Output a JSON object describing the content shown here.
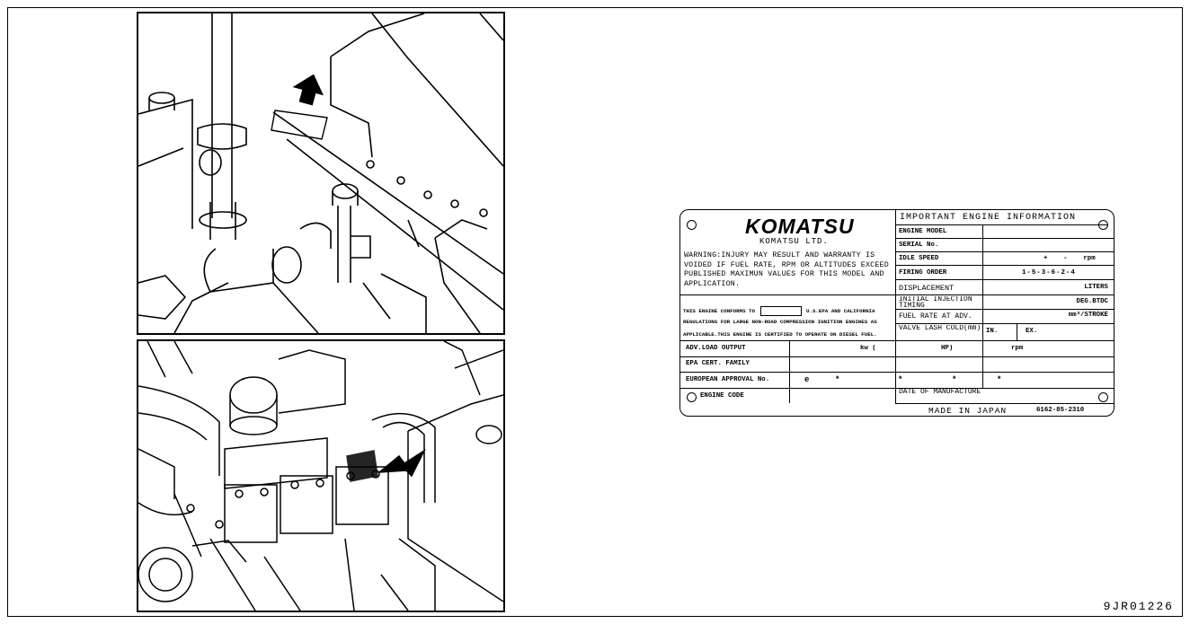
{
  "figure_id": "9JR01226",
  "illustrations": {
    "top": "engine-top-view-with-plate-location",
    "bottom": "engine-side-view-with-plate-location"
  },
  "plate": {
    "brand": "KOMATSU",
    "company": "KOMATSU LTD.",
    "header": "IMPORTANT ENGINE INFORMATION",
    "warning": "WARNING:INJURY MAY RESULT AND WARRANTY IS\nVOIDED IF FUEL RATE, RPM OR ALTITUDES EXCEED\nPUBLISHED MAXIMUN VALUES FOR THIS MODEL AND\nAPPLICATION.",
    "conform_a": "THIS ENGINE CONFORMS TO",
    "conform_b": "U.S.EPA AND CALIFORNIA",
    "conform_line2": "REGULATIONS FOR LARGE NON-ROAD COMPRESSION IGNITION ENGINES AS",
    "conform_line3": "APPLICABLE.THIS ENGINE IS CERTIFIED TO OPERATE ON DIESEL FUEL.",
    "rows": [
      {
        "label": "ENGINE MODEL",
        "value": ""
      },
      {
        "label": "SERIAL No.",
        "value": ""
      },
      {
        "label": "IDLE SPEED",
        "value": "+    -    rpm"
      },
      {
        "label": "FIRING ORDER",
        "value": "1-5-3-6-2-4"
      },
      {
        "label": "DISPLACEMENT",
        "value": "LITERS"
      },
      {
        "label": "INITIAL INJECTION TIMING",
        "value": "DEG.BTDC"
      },
      {
        "label": "FUEL RATE AT ADV.",
        "value": "mm³/STROKE"
      },
      {
        "label": "VALVE LASH COLD(mm)",
        "value_in": "IN.",
        "value_ex": "EX."
      }
    ],
    "adv_load_output": {
      "label": "ADV.LOAD OUTPUT",
      "kw": "kw (",
      "hp": "HP)",
      "rpm": "rpm"
    },
    "epa_family": {
      "label": "EPA CERT. FAMILY"
    },
    "european": {
      "label": "EUROPEAN APPROVAL No.",
      "e": "e",
      "star1": "*",
      "star2": "*",
      "star3": "*",
      "star4": "*"
    },
    "engine_code": {
      "label": "ENGINE CODE"
    },
    "date_of_manufacture": "DATE OF MANUFACTURE",
    "made_in": "MADE IN JAPAN",
    "part_no": "6162-85-2310"
  }
}
